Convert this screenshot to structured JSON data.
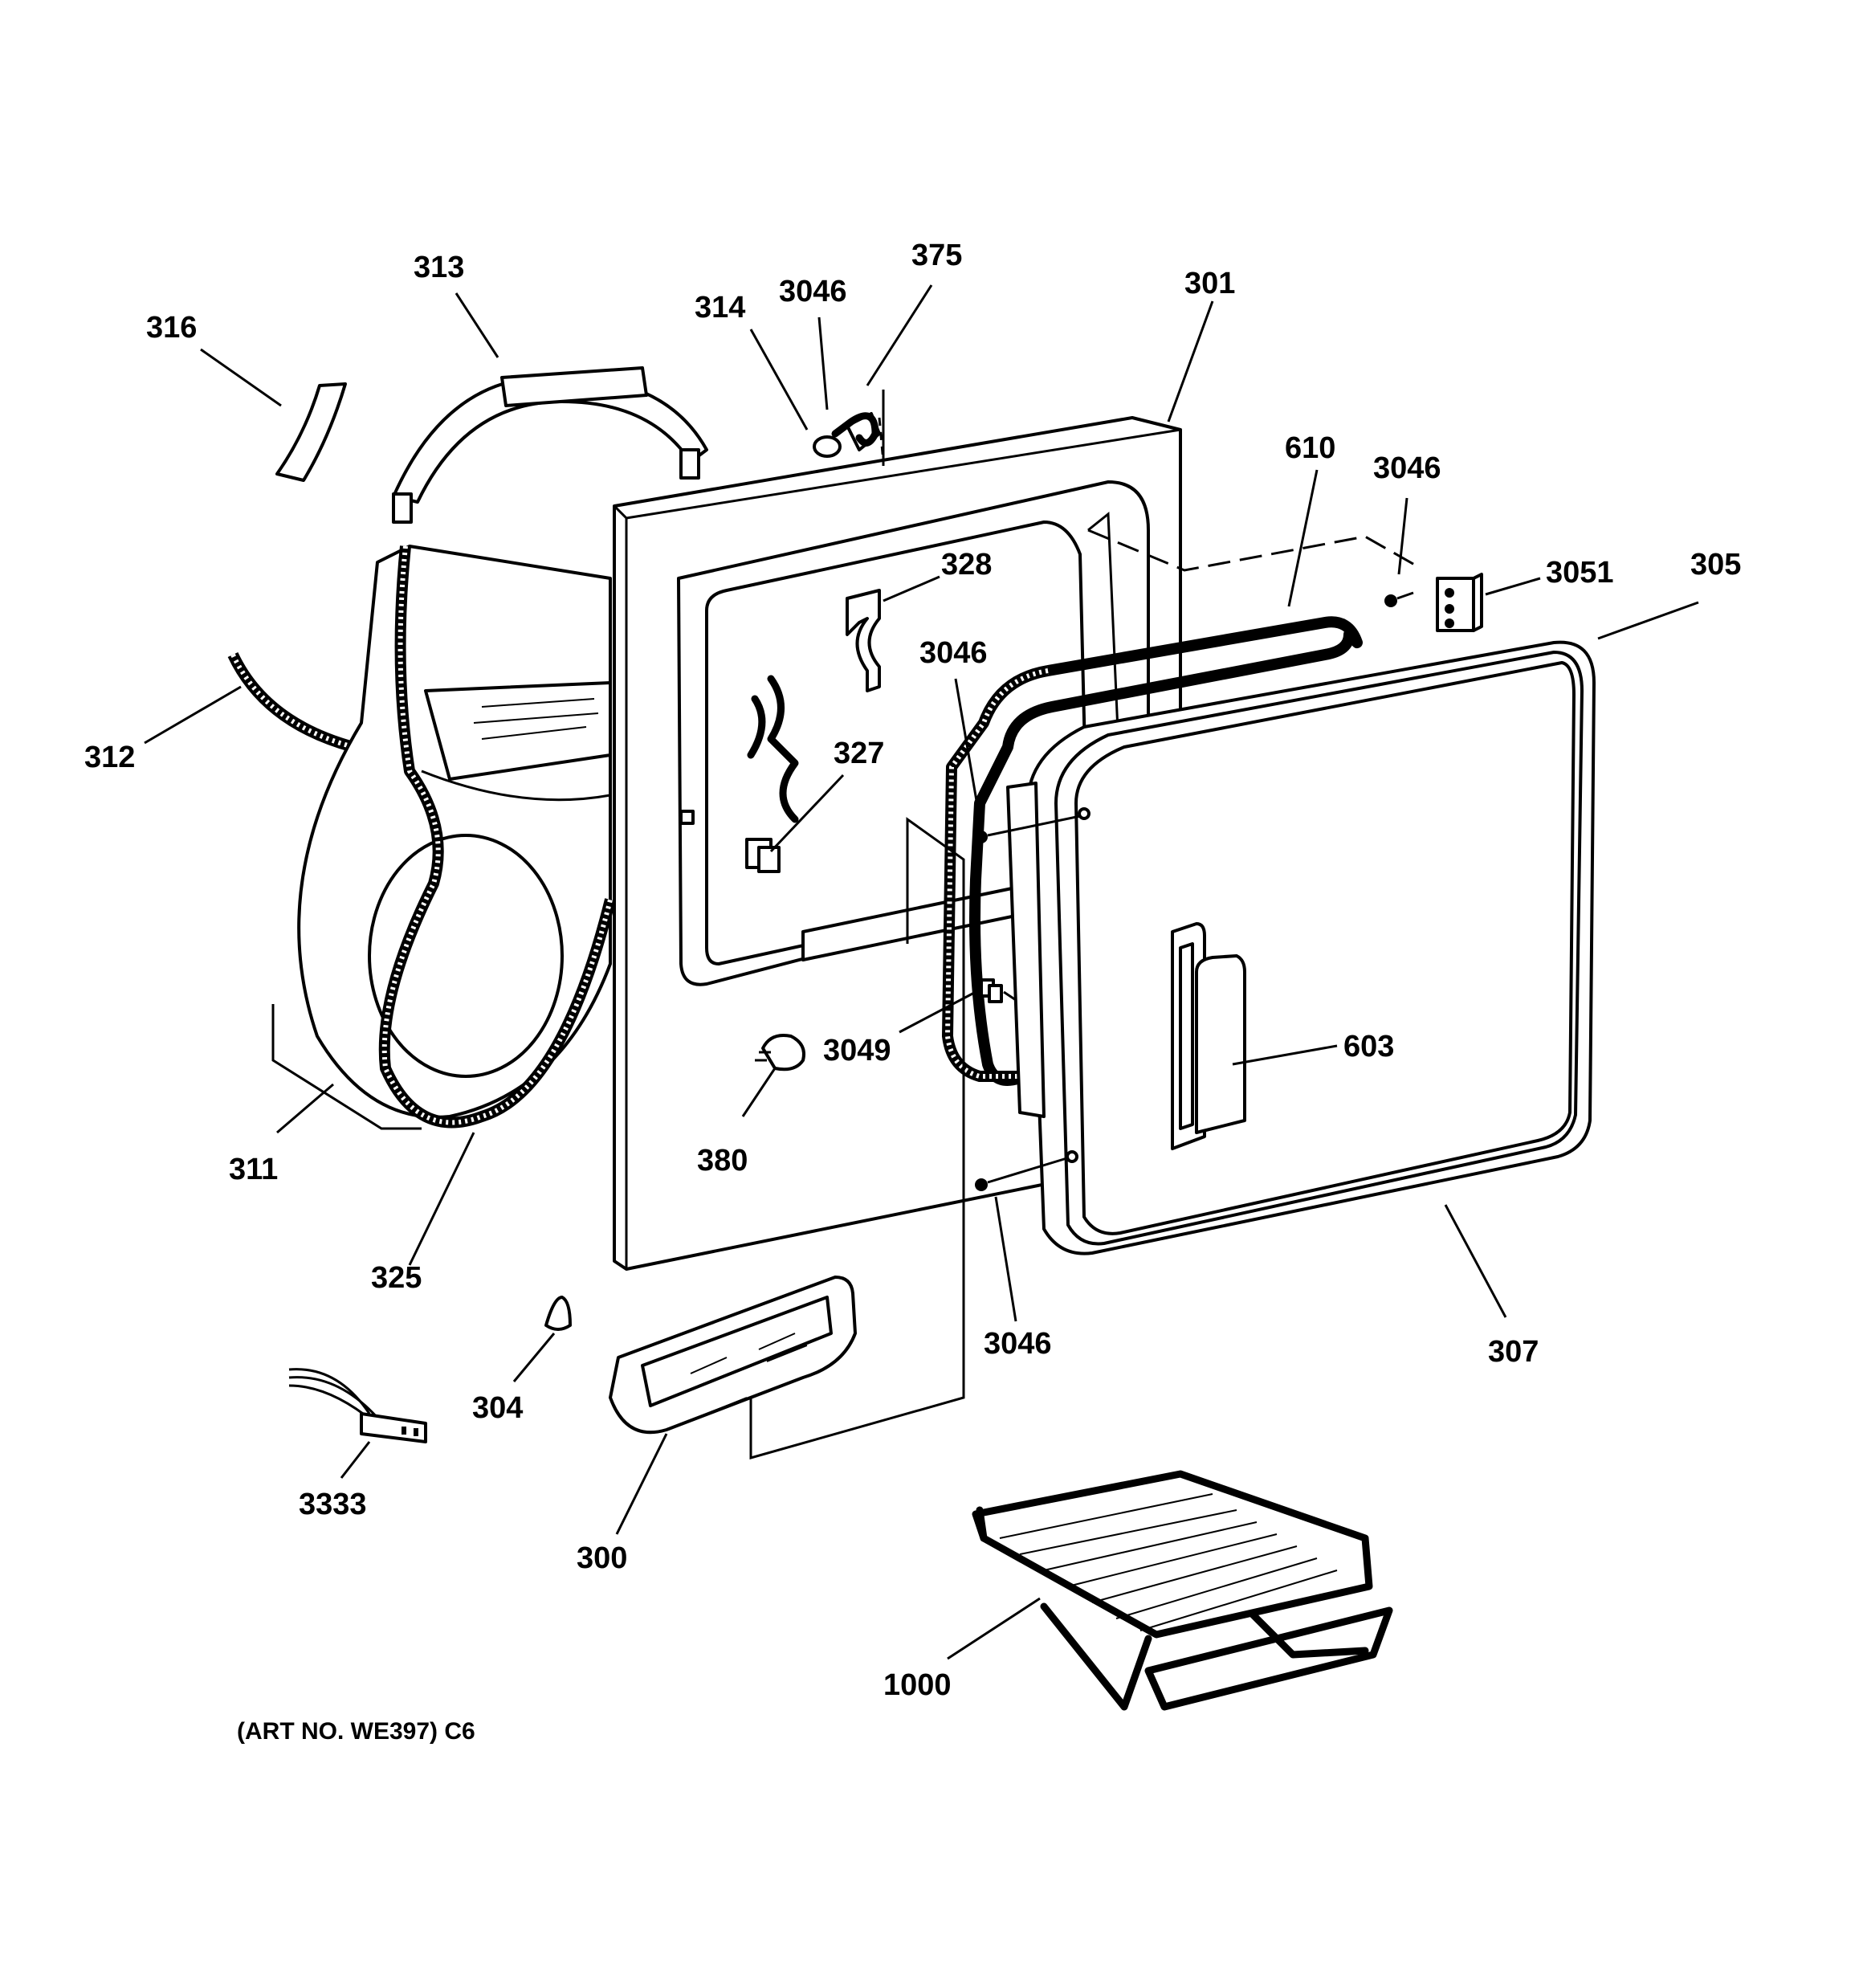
{
  "labels": {
    "l316": "316",
    "l313": "313",
    "l314": "314",
    "l3046a": "3046",
    "l375": "375",
    "l301": "301",
    "l610": "610",
    "l3046b": "3046",
    "l3051": "3051",
    "l305": "305",
    "l328": "328",
    "l3046c": "3046",
    "l327": "327",
    "l312": "312",
    "l3049": "3049",
    "l603": "603",
    "l380": "380",
    "l311": "311",
    "l325": "325",
    "l3046d": "3046",
    "l307": "307",
    "l304": "304",
    "l3333": "3333",
    "l300": "300",
    "l1000": "1000"
  },
  "art_number": "(ART NO. WE397) C6"
}
